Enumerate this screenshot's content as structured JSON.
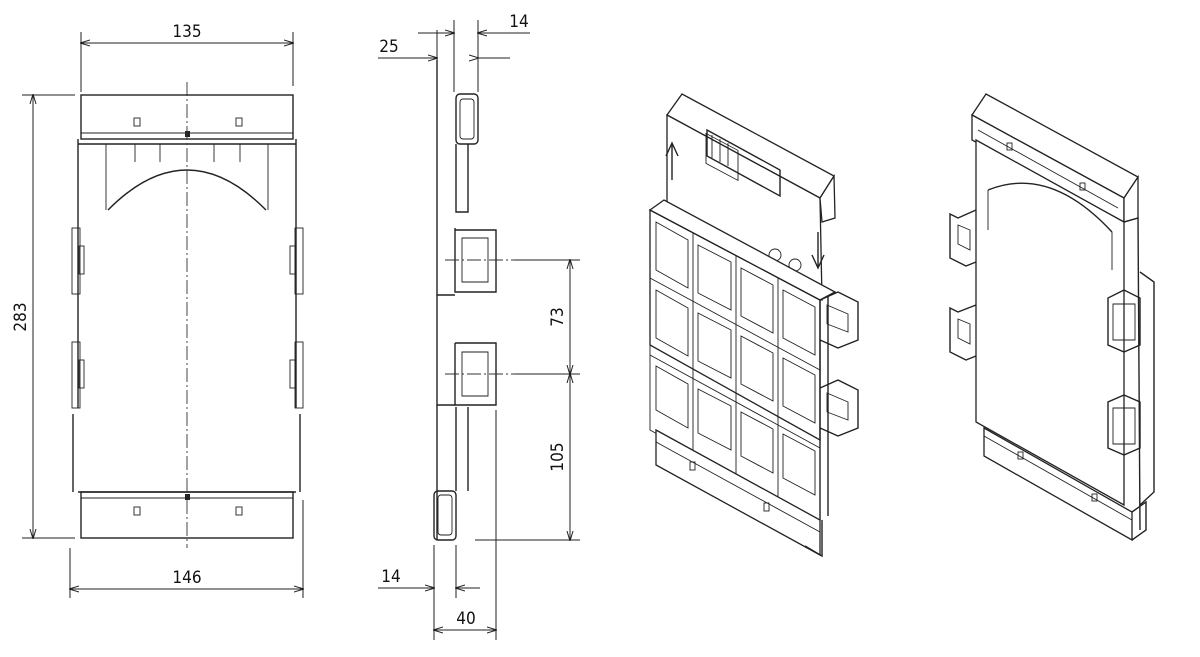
{
  "dimensions": {
    "front_width_top": "135",
    "front_width_bottom": "146",
    "front_height": "283",
    "side_depth_top_left": "25",
    "side_depth_top_right": "14",
    "side_spacing_upper": "73",
    "side_spacing_lower": "105",
    "side_depth_bottom_left": "14",
    "side_depth_bottom_total": "40"
  },
  "colors": {
    "line": "#222222",
    "background": "#ffffff"
  }
}
